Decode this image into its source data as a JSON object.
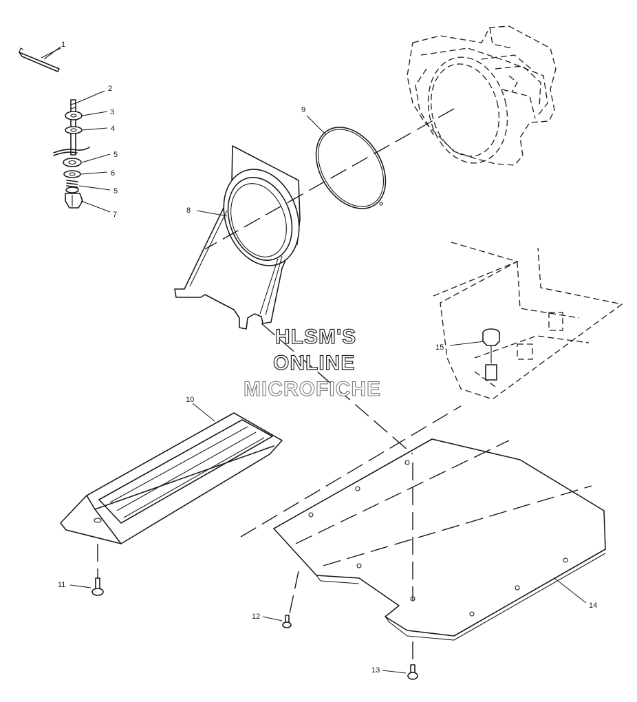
{
  "callouts": [
    "1",
    "2",
    "3",
    "4",
    "5",
    "6",
    "5",
    "7",
    "8",
    "9",
    "10",
    "11",
    "12",
    "13",
    "14",
    "15"
  ],
  "watermark": [
    "HLSM'S",
    "ONLINE",
    "MICROFICHE"
  ]
}
